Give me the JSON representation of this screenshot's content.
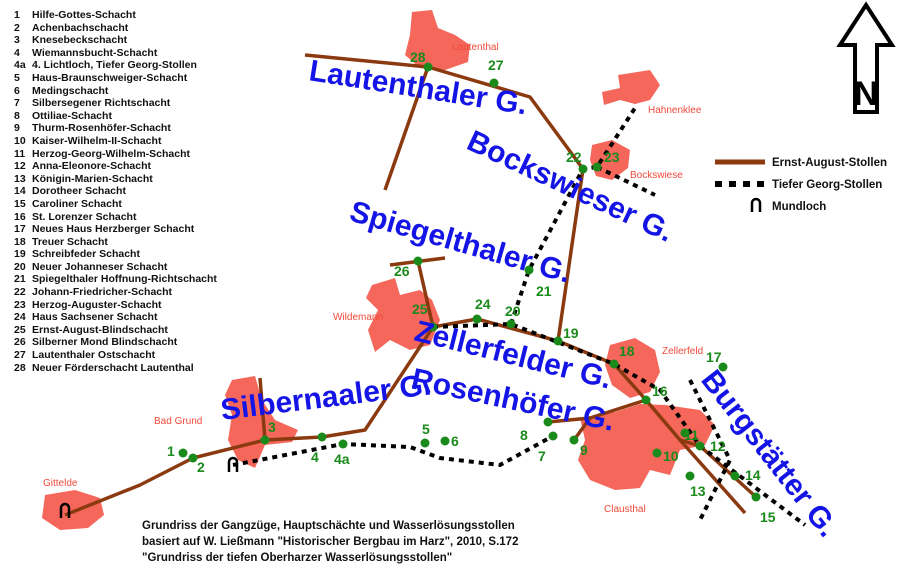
{
  "shafts": [
    {
      "id": "1",
      "name": "Hilfe-Gottes-Schacht"
    },
    {
      "id": "2",
      "name": "Achenbachschacht"
    },
    {
      "id": "3",
      "name": "Knesebeckschacht"
    },
    {
      "id": "4",
      "name": "Wiemannsbucht-Schacht"
    },
    {
      "id": "4a",
      "name": "4. Lichtloch, Tiefer Georg-Stollen"
    },
    {
      "id": "5",
      "name": "Haus-Braunschweiger-Schacht"
    },
    {
      "id": "6",
      "name": "Medingschacht"
    },
    {
      "id": "7",
      "name": "Silbersegener Richtschacht"
    },
    {
      "id": "8",
      "name": "Ottiliae-Schacht"
    },
    {
      "id": "9",
      "name": "Thurm-Rosenhöfer-Schacht"
    },
    {
      "id": "10",
      "name": "Kaiser-Wilhelm-II-Schacht"
    },
    {
      "id": "11",
      "name": "Herzog-Georg-Wilhelm-Schacht"
    },
    {
      "id": "12",
      "name": "Anna-Eleonore-Schacht"
    },
    {
      "id": "13",
      "name": "Königin-Marien-Schacht"
    },
    {
      "id": "14",
      "name": "Dorotheer Schacht"
    },
    {
      "id": "15",
      "name": "Caroliner Schacht"
    },
    {
      "id": "16",
      "name": "St. Lorenzer Schacht"
    },
    {
      "id": "17",
      "name": "Neues Haus Herzberger Schacht"
    },
    {
      "id": "18",
      "name": "Treuer Schacht"
    },
    {
      "id": "19",
      "name": "Schreibfeder Schacht"
    },
    {
      "id": "20",
      "name": "Neuer Johanneser Schacht"
    },
    {
      "id": "21",
      "name": "Spiegelthaler Hoffnung-Richtschacht"
    },
    {
      "id": "22",
      "name": "Johann-Friedricher-Schacht"
    },
    {
      "id": "23",
      "name": "Herzog-Auguster-Schacht"
    },
    {
      "id": "24",
      "name": "Haus Sachsener Schacht"
    },
    {
      "id": "25",
      "name": "Ernst-August-Blindschacht"
    },
    {
      "id": "26",
      "name": "Silberner Mond Blindschacht"
    },
    {
      "id": "27",
      "name": "Lautenthaler Ostschacht"
    },
    {
      "id": "28",
      "name": "Neuer Förderschacht Lautenthal"
    }
  ],
  "towns": {
    "lautenthal": "Lautenthal",
    "hahnenklee": "Hahnenklee",
    "bockswiese": "Bockswiese",
    "wildemann": "Wildemann",
    "zellerfeld": "Zellerfeld",
    "clausthal": "Clausthal",
    "bad_grund": "Bad Grund",
    "gittelde": "Gittelde"
  },
  "gangzuege": {
    "lautenthaler": "Lautenthaler G.",
    "bockswieser": "Bockswieser G.",
    "spiegelthaler": "Spiegelthaler G.",
    "zellerfelder": "Zellerfelder G.",
    "rosenhoefer": "Rosenhöfer G.",
    "silbernaaler": "Silbernaaler G.",
    "burgstaetter": "Burgstätter G."
  },
  "legend": {
    "ernst_august": "Ernst-August-Stollen",
    "tiefer_georg": "Tiefer Georg-Stollen",
    "mundloch": "Mundloch"
  },
  "north_label": "N",
  "caption": [
    "Grundriss der Gangzüge, Hauptschächte und Wasserlösungsstollen",
    "basiert auf W. Ließmann \"Historischer Bergbau im Harz\", 2010, S.172",
    "\"Grundriss der tiefen Oberharzer Wasserlösungsstollen\""
  ],
  "colors": {
    "town": "#f4675a",
    "ernst_august": "#8b3a10",
    "shaft": "#1a8a1a",
    "gang": "#1414e6"
  }
}
